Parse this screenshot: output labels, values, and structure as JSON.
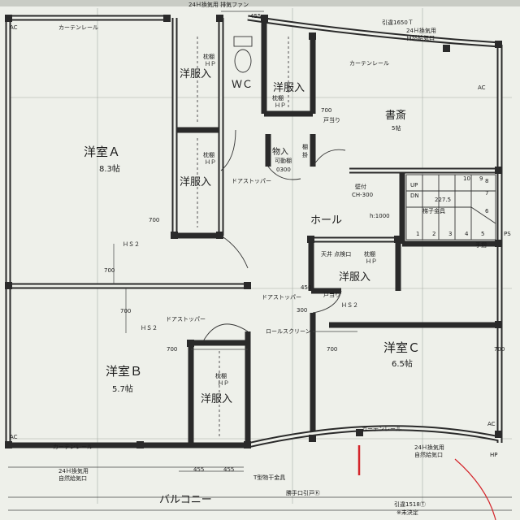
{
  "rooms": {
    "western_a": {
      "name": "洋室Ａ",
      "size": "8.3帖"
    },
    "western_b": {
      "name": "洋室Ｂ",
      "size": "5.7帖"
    },
    "western_c": {
      "name": "洋室Ｃ",
      "size": "6.5帖"
    },
    "study": {
      "name": "書斎",
      "size": "5帖"
    },
    "wc": {
      "name": "ＷＣ"
    },
    "hall": {
      "name": "ホール"
    },
    "storage": {
      "name": "物入",
      "sub": "可動棚"
    },
    "closet": "洋服入",
    "balcony": "バルコニー"
  },
  "notes": {
    "top_fan": "24Ｈ換気用 排気ファン",
    "pull": "引違1650Ｔ",
    "vent_top_1": "24Ｈ換気用",
    "vent_top_2": "自然給気口",
    "vent_br_1": "24Ｈ換気用",
    "vent_br_2": "自然給気口",
    "vent_bl_1": "24Ｈ換気用",
    "vent_bl_2": "自然給気口",
    "curtain": "カーテンレール",
    "shelf": "枕棚",
    "hp": "ＨＰ",
    "door_stopper": "ドアストッパー",
    "doorstop": "戸当り",
    "ceiling_hatch": "天井 点検口",
    "handrail": "手摺",
    "wall_ch": "壁付",
    "ch": "CH-300",
    "h1000": "h:1000",
    "ladder": "梯子金具",
    "dryer": "T型物干金具",
    "ac": "AC",
    "hs2": "ＨＳ２",
    "up": "UP",
    "dn": "DN",
    "dim_227": "227.5",
    "roll_screen": "ロールスクリーン",
    "ke": "勝手口引戸Ⓚ",
    "red_note_1": "引違1518Ⓣ",
    "red_note_2": "※未決定",
    "shelf_sign": "棚",
    "hanger": "掛",
    "ps": "PS",
    "hp_small": "HP",
    "dimension_700": "700",
    "dimension_455": "455",
    "dimension_450": "450",
    "dimension_300": "300",
    "dimension_0300": "0300"
  },
  "stair_steps": [
    "1",
    "2",
    "3",
    "4",
    "5",
    "6",
    "7",
    "8",
    "9",
    "10"
  ],
  "colors": {
    "paper": "#eef0ea",
    "ink": "#1b1b1b",
    "wall": "#2a2a2a",
    "red": "#d4242a"
  }
}
